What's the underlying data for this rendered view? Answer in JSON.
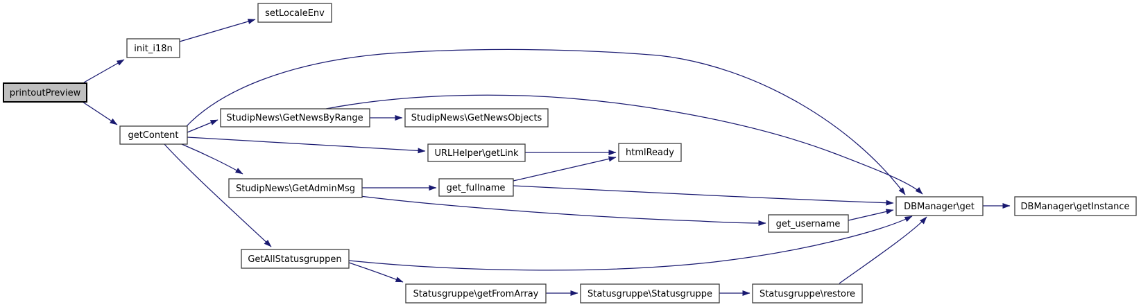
{
  "diagram": {
    "kind": "call-graph",
    "root_function": "printoutPreview",
    "colors": {
      "edge": "#191970",
      "node_fill": "#ffffff",
      "node_border": "#3d3d3d",
      "root_node_fill": "#bfbfbf",
      "root_node_border": "#000000",
      "text": "#000000",
      "background": "#ffffff"
    }
  },
  "nodes": {
    "printout_preview": {
      "label": "printoutPreview"
    },
    "init_i18n": {
      "label": "init_i18n"
    },
    "set_locale_env": {
      "label": "setLocaleEnv"
    },
    "get_content": {
      "label": "getContent"
    },
    "get_news_by_range": {
      "label": "StudipNews\\GetNewsByRange"
    },
    "get_news_objects": {
      "label": "StudipNews\\GetNewsObjects"
    },
    "url_helper_get_link": {
      "label": "URLHelper\\getLink"
    },
    "html_ready": {
      "label": "htmlReady"
    },
    "get_admin_msg": {
      "label": "StudipNews\\GetAdminMsg"
    },
    "get_fullname": {
      "label": "get_fullname"
    },
    "get_username": {
      "label": "get_username"
    },
    "get_all_statusgruppen": {
      "label": "GetAllStatusgruppen"
    },
    "get_from_array": {
      "label": "Statusgruppe\\getFromArray"
    },
    "statusgruppe_constructor": {
      "label": "Statusgruppe\\Statusgruppe"
    },
    "statusgruppe_restore": {
      "label": "Statusgruppe\\restore"
    },
    "dbmanager_get": {
      "label": "DBManager\\get"
    },
    "dbmanager_get_instance": {
      "label": "DBManager\\getInstance"
    }
  },
  "edges": [
    {
      "from": "printoutPreview",
      "to": "init_i18n"
    },
    {
      "from": "printoutPreview",
      "to": "getContent"
    },
    {
      "from": "init_i18n",
      "to": "setLocaleEnv"
    },
    {
      "from": "getContent",
      "to": "DBManager\\get"
    },
    {
      "from": "getContent",
      "to": "StudipNews\\GetNewsByRange"
    },
    {
      "from": "getContent",
      "to": "URLHelper\\getLink"
    },
    {
      "from": "getContent",
      "to": "StudipNews\\GetAdminMsg"
    },
    {
      "from": "getContent",
      "to": "GetAllStatusgruppen"
    },
    {
      "from": "StudipNews\\GetNewsByRange",
      "to": "StudipNews\\GetNewsObjects"
    },
    {
      "from": "StudipNews\\GetNewsByRange",
      "to": "DBManager\\get"
    },
    {
      "from": "URLHelper\\getLink",
      "to": "htmlReady"
    },
    {
      "from": "StudipNews\\GetAdminMsg",
      "to": "get_fullname"
    },
    {
      "from": "StudipNews\\GetAdminMsg",
      "to": "get_username"
    },
    {
      "from": "get_fullname",
      "to": "htmlReady"
    },
    {
      "from": "get_fullname",
      "to": "DBManager\\get"
    },
    {
      "from": "get_username",
      "to": "DBManager\\get"
    },
    {
      "from": "GetAllStatusgruppen",
      "to": "Statusgruppe\\getFromArray"
    },
    {
      "from": "GetAllStatusgruppen",
      "to": "DBManager\\get"
    },
    {
      "from": "Statusgruppe\\getFromArray",
      "to": "Statusgruppe\\Statusgruppe"
    },
    {
      "from": "Statusgruppe\\Statusgruppe",
      "to": "Statusgruppe\\restore"
    },
    {
      "from": "Statusgruppe\\restore",
      "to": "DBManager\\get"
    },
    {
      "from": "DBManager\\get",
      "to": "DBManager\\getInstance"
    }
  ]
}
